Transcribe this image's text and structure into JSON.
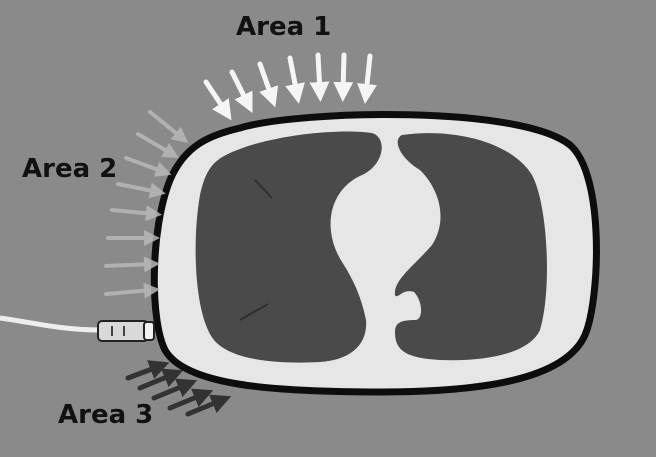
{
  "labels": {
    "area_1": "Area 1",
    "area_2": "Area 2",
    "area_3": "Area 3"
  },
  "colors": {
    "background": "#8a8a8a",
    "chest_outline": "#0d0d0d",
    "chest_fill": "#e6e6e6",
    "lungs": "#4a4a4a",
    "area_1_arrows": "#f5f5f5",
    "area_2_arrows": "#b8b8b8",
    "area_3_arrows": "#333333"
  },
  "icons": {
    "probe": "ultrasound-probe-icon"
  }
}
